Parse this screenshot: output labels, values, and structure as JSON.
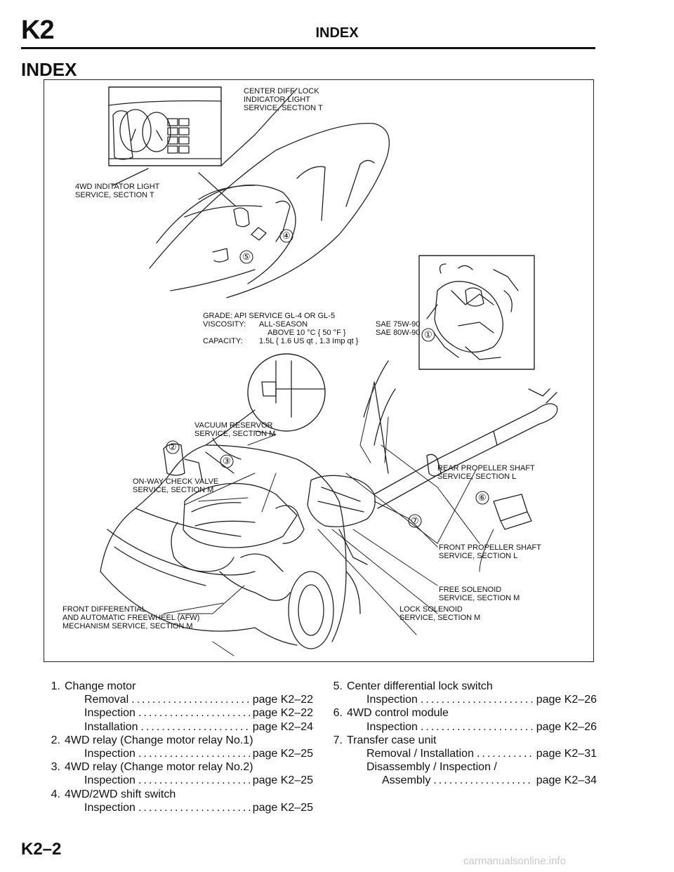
{
  "header": {
    "code": "K2",
    "title": "INDEX"
  },
  "section_title": "INDEX",
  "figure": {
    "callouts": {
      "center_diff": [
        "CENTER DIFF. LOCK",
        "INDICATOR LIGHT",
        "SERVICE, SECTION T"
      ],
      "4wd_indicator": [
        "4WD INDITATOR LIGHT",
        "SERVICE, SECTION T"
      ],
      "vacuum": [
        "VACUUM RESERVOR",
        "SERVICE, SECTION M"
      ],
      "check_valve": [
        "ON-WAY CHECK VALVE",
        "SERVICE, SECTION M"
      ],
      "rear_shaft": [
        "REAR PROPELLER SHAFT",
        "SERVICE, SECTION L"
      ],
      "front_shaft": [
        "FRONT PROPELLER SHAFT",
        "SERVICE, SECTION L"
      ],
      "free_solenoid": [
        "FREE SOLENOID",
        "SERVICE, SECTION M"
      ],
      "lock_solenoid": [
        "LOCK SOLENOID",
        "SERVICE, SECTION M"
      ],
      "front_diff": [
        "FRONT DIFFERENTIAL",
        "AND AUTOMATIC FREEWHEEL (AFW)",
        "MECHANISM SERVICE, SECTION M"
      ]
    },
    "spec": {
      "grade": "GRADE: API SERVICE GL-4 OR GL-5",
      "viscosity_label": "VISCOSITY:",
      "viscosity_1": "ALL-SEASON",
      "viscosity_1_value": "SAE 75W-90",
      "viscosity_2": "ABOVE 10 °C { 50 °F }",
      "viscosity_2_value": "SAE 80W-90",
      "capacity_label": "CAPACITY:",
      "capacity_value": "1.5L { 1.6 US qt , 1.3 Imp qt }"
    },
    "markers": [
      "①",
      "②",
      "③",
      "④",
      "⑤",
      "⑥",
      "⑦"
    ]
  },
  "index": {
    "left": [
      {
        "type": "head",
        "num": "1.",
        "text": "Change motor"
      },
      {
        "type": "entry",
        "text": "Removal",
        "page": "page K2–22"
      },
      {
        "type": "entry",
        "text": "Inspection",
        "page": "page K2–22"
      },
      {
        "type": "entry",
        "text": "Installation",
        "page": "page K2–24"
      },
      {
        "type": "head",
        "num": "2.",
        "text": "4WD relay (Change motor relay No.1)"
      },
      {
        "type": "entry",
        "text": "Inspection",
        "page": "page K2–25"
      },
      {
        "type": "head",
        "num": "3.",
        "text": "4WD relay (Change motor relay No.2)"
      },
      {
        "type": "entry",
        "text": "Inspection",
        "page": "page K2–25"
      },
      {
        "type": "head",
        "num": "4.",
        "text": "4WD/2WD shift switch"
      },
      {
        "type": "entry",
        "text": "Inspection",
        "page": "page K2–25"
      }
    ],
    "right": [
      {
        "type": "head",
        "num": "5.",
        "text": "Center differential lock switch"
      },
      {
        "type": "entry",
        "text": "Inspection",
        "page": "page K2–26"
      },
      {
        "type": "head",
        "num": "6.",
        "text": "4WD control module"
      },
      {
        "type": "entry",
        "text": "Inspection",
        "page": "page K2–26"
      },
      {
        "type": "head",
        "num": "7.",
        "text": "Transfer case unit"
      },
      {
        "type": "entry",
        "text": "Removal / Installation",
        "page": "page K2–31"
      },
      {
        "type": "sub",
        "text": "Disassembly / Inspection /"
      },
      {
        "type": "entry2",
        "text": "Assembly",
        "page": "page K2–34"
      }
    ]
  },
  "footer": {
    "page_number": "K2–2"
  },
  "watermark": "carmanualsonline.info"
}
